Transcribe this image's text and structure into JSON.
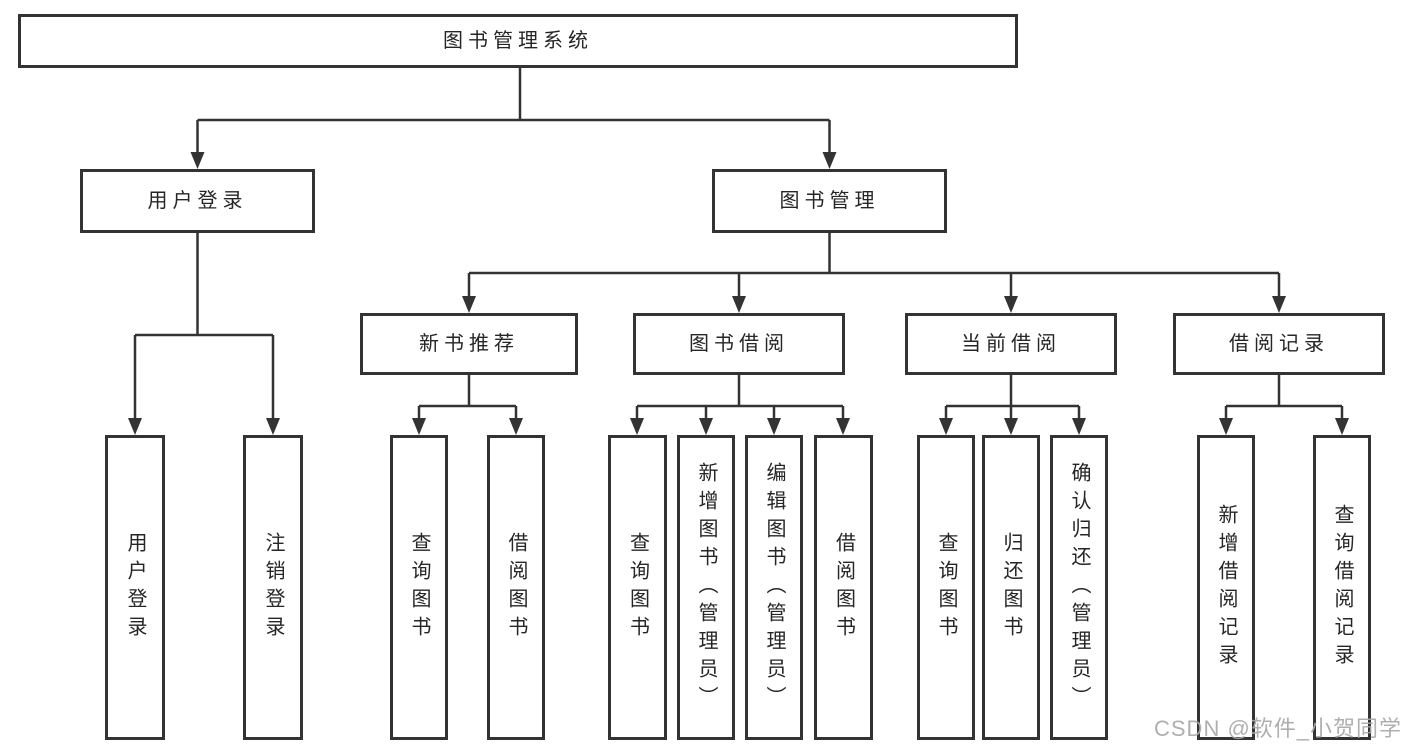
{
  "colors": {
    "line": "#333333",
    "box_border": "#333333",
    "text": "#262626",
    "background": "#ffffff",
    "watermark": "#a8a8a8"
  },
  "watermark": "CSDN @软件_小贺同学",
  "tree": {
    "root": "图书管理系统",
    "branches": [
      {
        "label": "用户登录",
        "children": [
          "用户登录",
          "注销登录"
        ]
      },
      {
        "label": "图书管理",
        "groups": [
          {
            "label": "新书推荐",
            "children": [
              "查询图书",
              "借阅图书"
            ]
          },
          {
            "label": "图书借阅",
            "children": [
              "查询图书",
              "新增图书（管理员）",
              "编辑图书（管理员）",
              "借阅图书"
            ]
          },
          {
            "label": "当前借阅",
            "children": [
              "查询图书",
              "归还图书",
              "确认归还（管理员）"
            ]
          },
          {
            "label": "借阅记录",
            "children": [
              "新增借阅记录",
              "查询借阅记录"
            ]
          }
        ]
      }
    ]
  }
}
